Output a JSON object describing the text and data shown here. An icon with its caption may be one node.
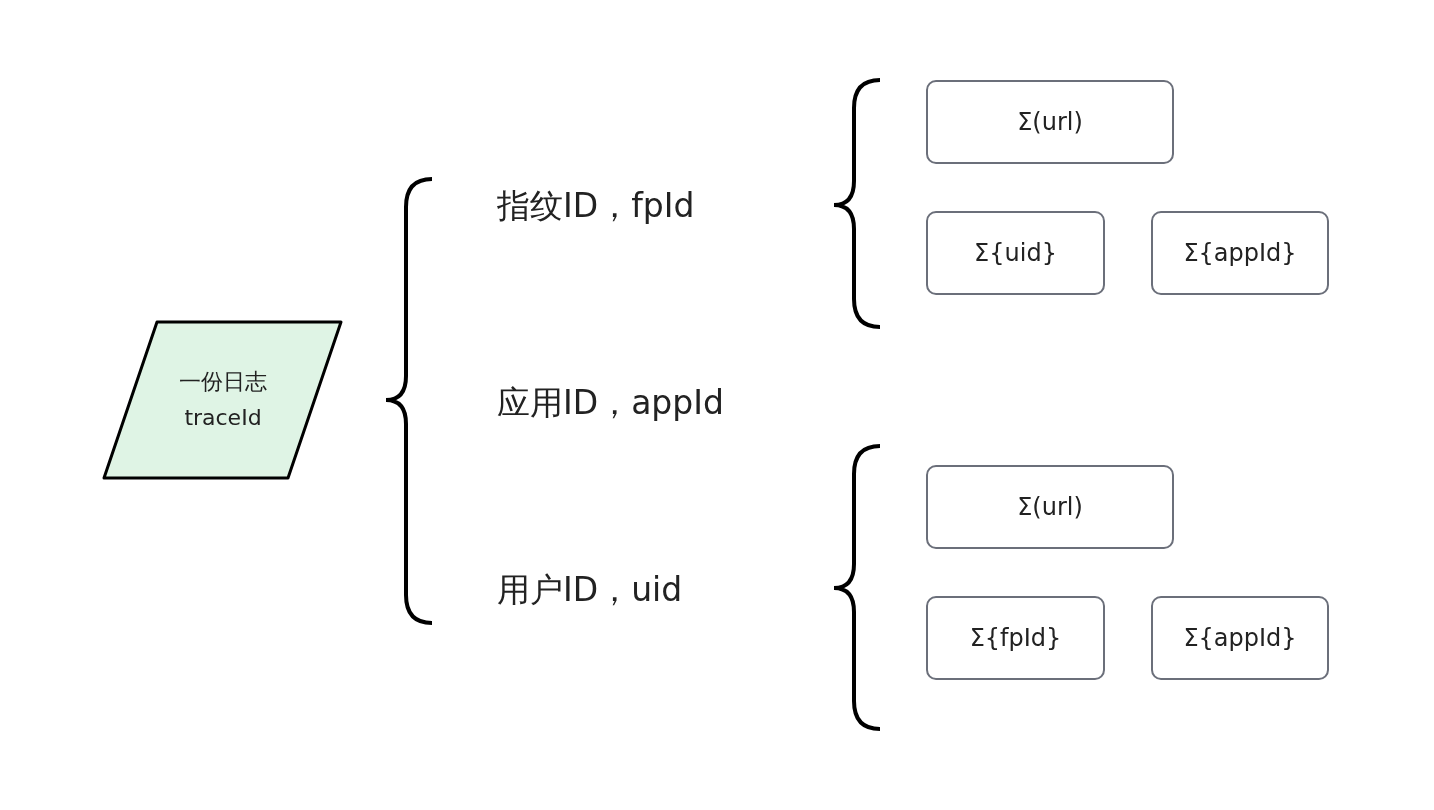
{
  "diagram": {
    "nodes": [
      {
        "text": [
          "一份日志 traceId"
        ]
      },
      {
        "text": [
          "Σ(url)"
        ]
      },
      {
        "text": [
          "Σ{uid}"
        ]
      },
      {
        "text": [
          "Σ{appId}"
        ]
      },
      {
        "text": [
          "Σ(url)"
        ]
      },
      {
        "text": [
          "Σ{fpId}"
        ]
      },
      {
        "text": [
          "Σ{appId}"
        ]
      }
    ],
    "labels": [
      "指纹ID，fpId",
      "应用ID，appId",
      "用户ID，uid"
    ]
  }
}
